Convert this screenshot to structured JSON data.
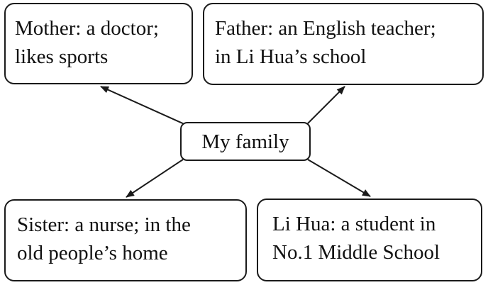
{
  "center": {
    "label": "My family"
  },
  "nodes": {
    "mother": {
      "lines": [
        "Mother: a doctor;",
        "likes sports"
      ]
    },
    "father": {
      "lines": [
        "Father: an English teacher;",
        "in Li Hua’s school"
      ]
    },
    "sister": {
      "lines": [
        "Sister: a nurse; in the",
        "old people’s home"
      ]
    },
    "lihua": {
      "lines": [
        "Li Hua: a student in",
        "No.1 Middle School"
      ]
    }
  },
  "colors": {
    "stroke": "#1a1a1a",
    "text": "#111111",
    "background": "#ffffff"
  }
}
